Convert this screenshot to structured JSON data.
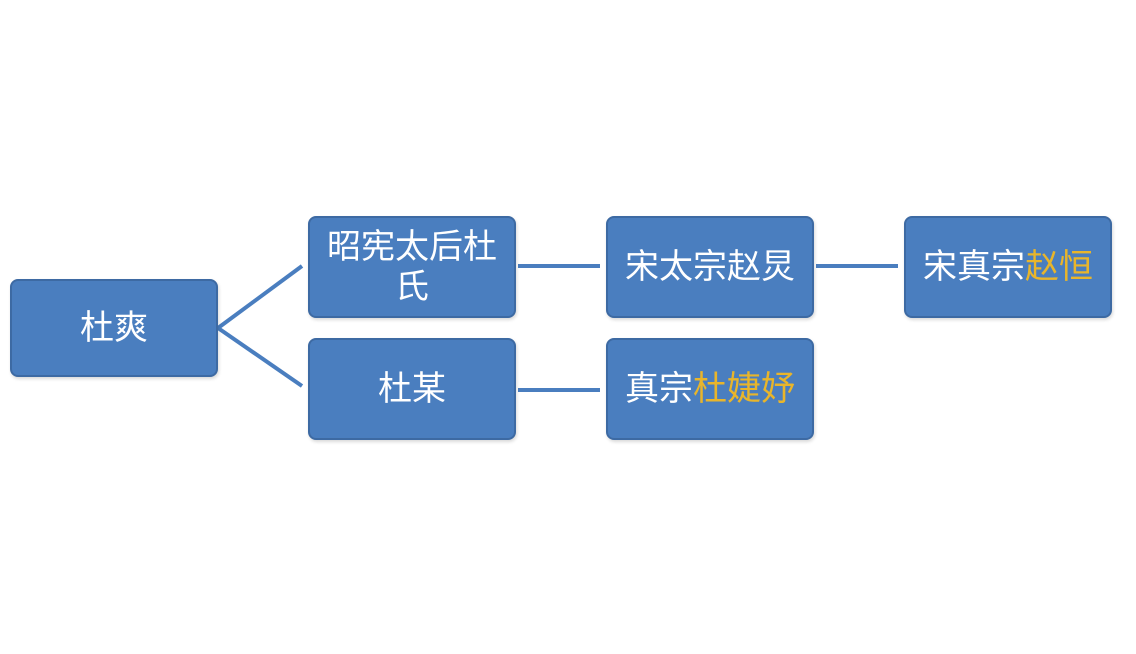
{
  "diagram": {
    "root": {
      "label": "杜爽"
    },
    "children": [
      {
        "label": "昭宪太后杜氏"
      },
      {
        "label": "杜某"
      }
    ],
    "grandchildren": [
      {
        "label": "宋太宗赵炅"
      },
      {
        "label": "真宗",
        "highlight": "杜婕妤"
      }
    ],
    "great_grandchildren": [
      {
        "label": "宋真宗",
        "highlight": "赵恒"
      }
    ]
  },
  "colors": {
    "box_fill": "#4a7ebf",
    "box_border": "#3d6aa3",
    "connector": "#4a7ebf",
    "text": "#ffffff",
    "highlight_text": "#e8b52b"
  }
}
